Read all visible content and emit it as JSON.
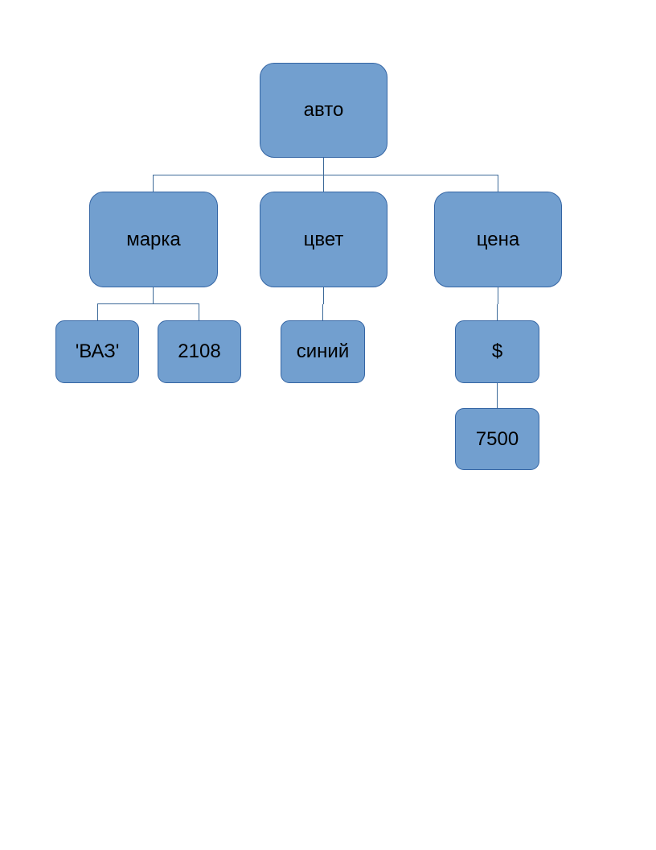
{
  "diagram": {
    "type": "tree",
    "colors": {
      "node_fill": "#729fcf",
      "node_border": "#3465a4",
      "connector": "#3d6a99",
      "text": "#000000",
      "background": "#ffffff"
    },
    "root": {
      "label": "авто",
      "children": [
        {
          "label": "марка",
          "children": [
            {
              "label": "'ВАЗ'"
            },
            {
              "label": "2108"
            }
          ]
        },
        {
          "label": "цвет",
          "children": [
            {
              "label": "синий"
            }
          ]
        },
        {
          "label": "цена",
          "children": [
            {
              "label": "$",
              "children": [
                {
                  "label": "7500"
                }
              ]
            }
          ]
        }
      ]
    }
  }
}
